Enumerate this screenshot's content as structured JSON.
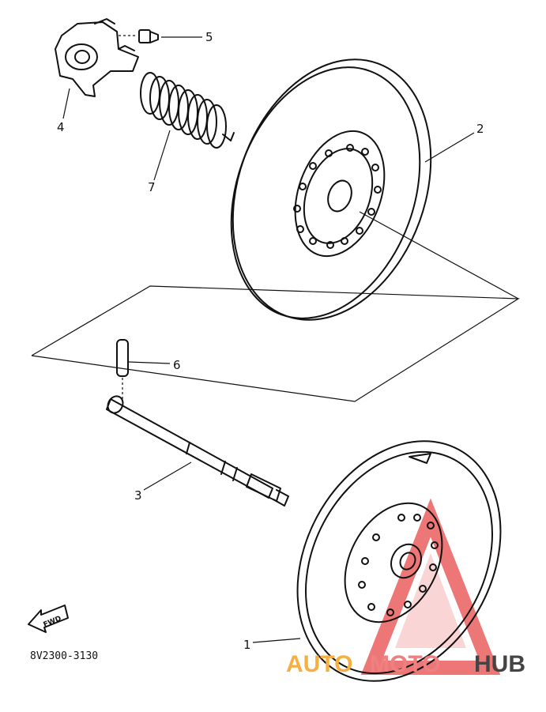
{
  "callouts": {
    "c1": "1",
    "c2": "2",
    "c3": "3",
    "c4": "4",
    "c5": "5",
    "c6": "6",
    "c7": "7"
  },
  "fwd_label": "FWD",
  "part_code": "8V2300-3130",
  "watermark": {
    "part1": "AUTO",
    "part2": "MOTO",
    "part3": "HUB",
    "color1": "#f5b041",
    "color2": "#f08080",
    "color3": "#444444",
    "triangle_color": "#e84a4a"
  }
}
